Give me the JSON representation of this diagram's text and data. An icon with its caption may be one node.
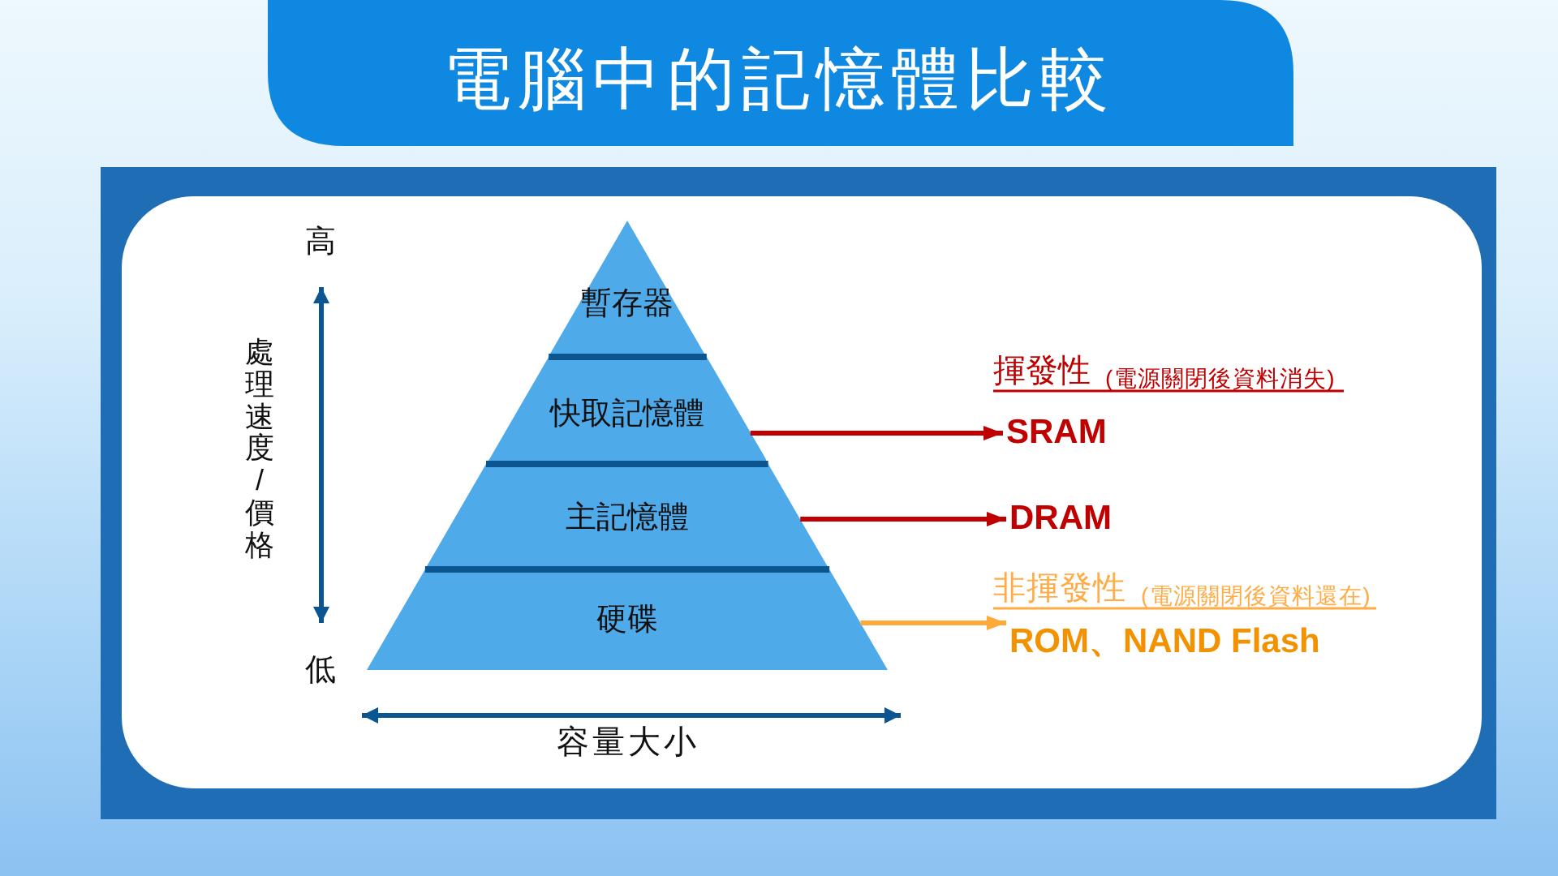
{
  "diagram": {
    "title": "電腦中的記憶體比較",
    "nodes": [
      {
        "text": [
          "暫存器"
        ]
      },
      {
        "text": [
          "快取記憶體"
        ]
      },
      {
        "text": [
          "主記憶體"
        ]
      },
      {
        "text": [
          "硬碟"
        ]
      },
      {
        "text": [
          "SRAM"
        ]
      },
      {
        "text": [
          "DRAM"
        ]
      },
      {
        "text": [
          "ROM、NAND Flash"
        ]
      }
    ],
    "edges": [
      {
        "from": 1,
        "to": 4,
        "arrow": "to"
      },
      {
        "from": 2,
        "to": 5,
        "arrow": "to"
      },
      {
        "from": 3,
        "to": 6,
        "arrow": "to",
        "color": "#ffa93a"
      }
    ],
    "labels": [
      "高",
      "處理速度/價格",
      "低",
      "容量大小",
      "揮發性",
      "(電源關閉後資料消失)",
      "非揮發性",
      "(電源關閉後資料還在)"
    ]
  }
}
